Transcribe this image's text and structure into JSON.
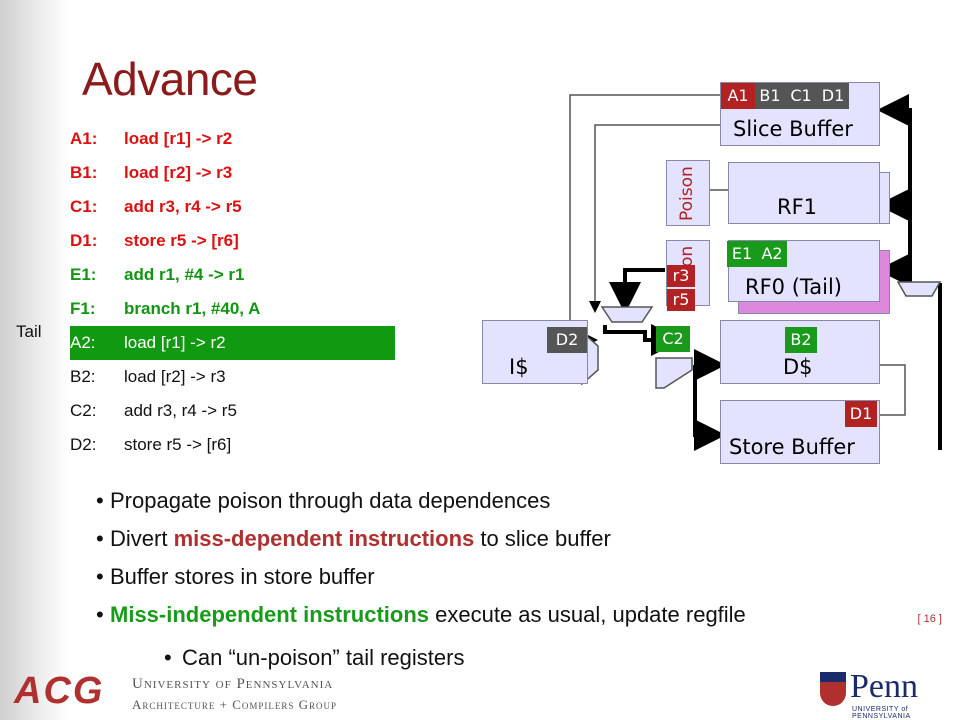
{
  "slide": {
    "title": "Advance",
    "page": "[ 16 ]"
  },
  "code": [
    {
      "label": "A1:",
      "text": "load [r1] -> r2",
      "style": "red"
    },
    {
      "label": "B1:",
      "text": "load [r2] -> r3",
      "style": "red"
    },
    {
      "label": "C1:",
      "text": "add r3, r4 -> r5",
      "style": "red"
    },
    {
      "label": "D1:",
      "text": "store r5 -> [r6]",
      "style": "red"
    },
    {
      "label": "E1:",
      "text": "add r1, #4 -> r1",
      "style": "green"
    },
    {
      "label": "F1:",
      "text": "branch r1, #40, A",
      "style": "green"
    },
    {
      "label": "A2:",
      "text": "load [r1] -> r2",
      "style": "highlight"
    },
    {
      "label": "B2:",
      "text": "load [r2] -> r3",
      "style": "plain"
    },
    {
      "label": "C2:",
      "text": "add r3, r4 -> r5",
      "style": "plain"
    },
    {
      "label": "D2:",
      "text": "store r5 -> [r6]",
      "style": "plain"
    }
  ],
  "tail_label": "Tail",
  "diagram": {
    "slice_buffer": {
      "label": "Slice Buffer",
      "tags": [
        "A1",
        "B1",
        "C1",
        "D1"
      ]
    },
    "rf1": {
      "label": "RF1",
      "poison": "Poison"
    },
    "rf0": {
      "label": "RF0 (Tail)",
      "poison": "on",
      "tags": [
        "E1",
        "A2"
      ],
      "regs": [
        "r3",
        "r5"
      ]
    },
    "icache": {
      "label": "I$",
      "tag": "D2"
    },
    "pipe_tag": "C2",
    "dcache": {
      "label": "D$",
      "tag": "B2"
    },
    "store_buffer": {
      "label": "Store Buffer",
      "tag": "D1"
    }
  },
  "bullets": [
    {
      "parts": [
        {
          "t": "Propagate poison through data dependences",
          "s": ""
        }
      ]
    },
    {
      "parts": [
        {
          "t": "Divert ",
          "s": ""
        },
        {
          "t": "miss-dependent instructions",
          "s": "rd"
        },
        {
          "t": " to slice buffer",
          "s": ""
        }
      ]
    },
    {
      "parts": [
        {
          "t": "Buffer stores in store buffer",
          "s": ""
        }
      ]
    },
    {
      "parts": [
        {
          "t": "Miss-independent instructions",
          "s": "gd"
        },
        {
          "t": " execute as usual, update regfile",
          "s": ""
        }
      ]
    }
  ],
  "sub_bullet": "Can “un-poison” tail registers",
  "footer": {
    "logo": "ACG",
    "univ": "University of Pennsylvania",
    "group": "Architecture + Compilers Group",
    "penn": "Penn",
    "penn_sub": "UNIVERSITY of PENNSYLVANIA"
  },
  "colors": {
    "title": "#8b1a1a",
    "red": "#d11111",
    "green": "#129612",
    "box": "#e3e3ff"
  }
}
